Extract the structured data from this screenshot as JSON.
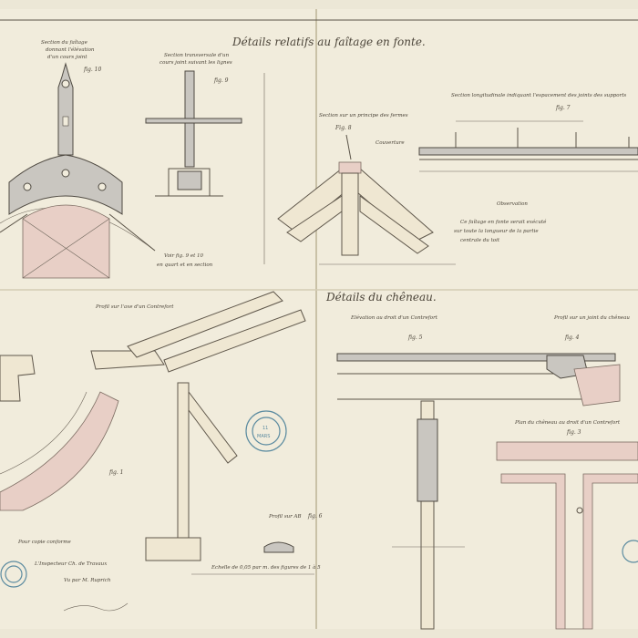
{
  "sheet": {
    "title_top": "Détails relatifs au faîtage en fonte.",
    "title_mid": "Détails du chêneau.",
    "paper_color": "#ece7d6",
    "ink_color": "#4a4338",
    "wash_pink": "#e8cfc6",
    "wash_grey": "#c9c6c0",
    "stamp_color": "#5b8ba0"
  },
  "figures": {
    "f10": {
      "caption": "Section du faîtage",
      "caption2": "donnant l'élévation",
      "caption3": "d'un cours joint",
      "label": "fig. 10"
    },
    "f9": {
      "caption": "Section transversale d'un",
      "caption2": "cours joint suivant les lignes",
      "label": "fig. 9"
    },
    "f8": {
      "caption": "Section sur un principe des fermes",
      "label": "Fig. 8",
      "note": "Couverture"
    },
    "f7": {
      "caption": "Section longitudinale indiquant l'espacement des joints des supports",
      "label": "fig. 7"
    },
    "f5": {
      "caption": "Elévation au droit d'un Contrefort",
      "label": "fig. 5"
    },
    "f4": {
      "caption": "Profil sur un joint du chêneau",
      "label": "fig. 4"
    },
    "f3": {
      "caption": "Plan du chêneau au droit d'un Contrefort",
      "label": "fig. 3"
    },
    "f6": {
      "caption": "Profil sur AB",
      "label": "fig. 6"
    },
    "f1": {
      "caption": "Profil sur l'axe d'un Contrefort",
      "label": "fig. 1"
    }
  },
  "notes": {
    "voir": "Voir fig. 9 et 10",
    "voir2": "en quart et en section",
    "obs_title": "Observation",
    "obs1": "Ce faîtage en fonte serait exécuté",
    "obs2": "sur toute la longueur de la partie",
    "obs3": "centrale du toit",
    "scale": "Echelle de 0,05 par m. des figures de 1 à 5",
    "sig1": "Pour copie conforme",
    "sig2": "L'Inspecteur Ch. de Travaux",
    "sig3": "Vu par M. Ruprich"
  },
  "stamps": {
    "stamp_mid_line1": "11",
    "stamp_mid_line2": "MARS"
  }
}
